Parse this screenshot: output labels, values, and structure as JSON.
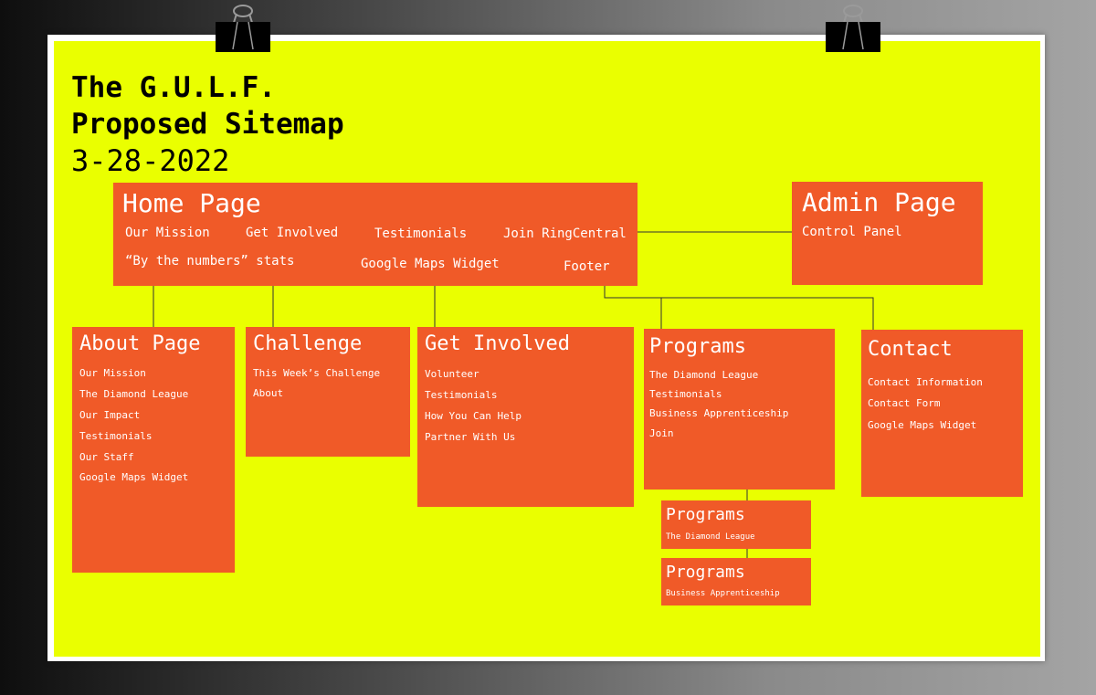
{
  "title": {
    "line1": "The G.U.L.F.",
    "line2": "Proposed Sitemap",
    "date": "3-28-2022"
  },
  "colors": {
    "board": "#eaff00",
    "box": "#f05a28",
    "text": "#ffffff"
  },
  "home": {
    "heading": "Home Page",
    "items": [
      "Our Mission",
      "Get Involved",
      "Testimonials",
      "Join RingCentral",
      "“By the numbers” stats",
      "Google Maps Widget",
      "Footer"
    ]
  },
  "admin": {
    "heading": "Admin Page",
    "items": [
      "Control Panel"
    ]
  },
  "about": {
    "heading": "About Page",
    "items": [
      "Our Mission",
      "The Diamond League",
      "Our Impact",
      "Testimonials",
      "Our Staff",
      "Google Maps Widget"
    ]
  },
  "challenge": {
    "heading": "Challenge",
    "items": [
      "This Week’s Challenge",
      "About"
    ]
  },
  "get_involved": {
    "heading": "Get Involved",
    "items": [
      "Volunteer",
      "Testimonials",
      "How You Can Help",
      "Partner With Us"
    ]
  },
  "programs": {
    "heading": "Programs",
    "items": [
      "The Diamond League",
      "Testimonials",
      "Business Apprenticeship",
      "Join"
    ]
  },
  "contact": {
    "heading": "Contact",
    "items": [
      "Contact Information",
      "Contact Form",
      "Google Maps Widget"
    ]
  },
  "programs_sub1": {
    "heading": "Programs",
    "items": [
      "The Diamond League"
    ]
  },
  "programs_sub2": {
    "heading": "Programs",
    "items": [
      "Business Apprenticeship"
    ]
  }
}
